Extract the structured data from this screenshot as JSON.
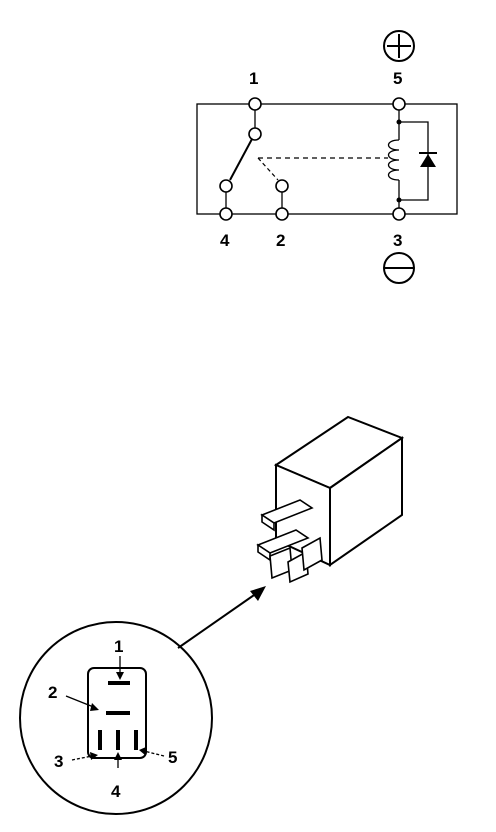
{
  "schematic": {
    "terminals": {
      "t1": "1",
      "t2": "2",
      "t3": "3",
      "t4": "4",
      "t5": "5"
    },
    "polarity": {
      "positive_symbol": "+",
      "negative_symbol": "−"
    },
    "icons": [
      "coil-icon",
      "diode-icon",
      "switch-icon",
      "plus-terminal-icon",
      "minus-terminal-icon"
    ]
  },
  "connector_view": {
    "pins": {
      "p1": "1",
      "p2": "2",
      "p3": "3",
      "p4": "4",
      "p5": "5"
    }
  }
}
